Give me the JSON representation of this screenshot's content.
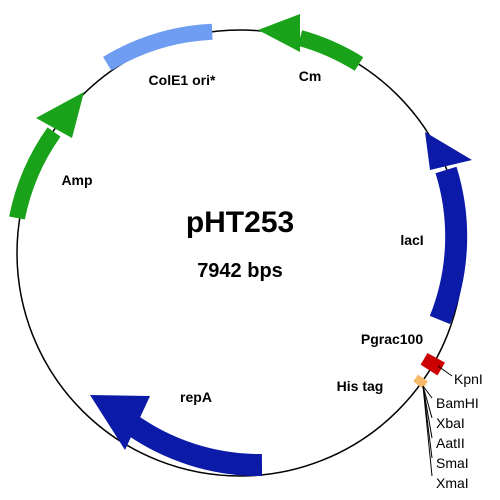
{
  "plasmid": {
    "name": "pHT253",
    "size": "7942 bps"
  },
  "colors": {
    "backbone": "#000000",
    "cm": "#1aa31a",
    "amp": "#1aa31a",
    "ori": "#6f9df2",
    "laci": "#0c1aa8",
    "repa": "#0c1aa8",
    "pgrac": "#cc0000",
    "histag": "#f7b96a"
  },
  "features": {
    "cm": "Cm",
    "ori": "ColE1 ori*",
    "amp": "Amp",
    "laci": "lacI",
    "pgrac": "Pgrac100",
    "histag": "His tag",
    "repa": "repA"
  },
  "sites": [
    "KpnI",
    "BamHI",
    "XbaI",
    "AatII",
    "SmaI",
    "XmaI"
  ]
}
